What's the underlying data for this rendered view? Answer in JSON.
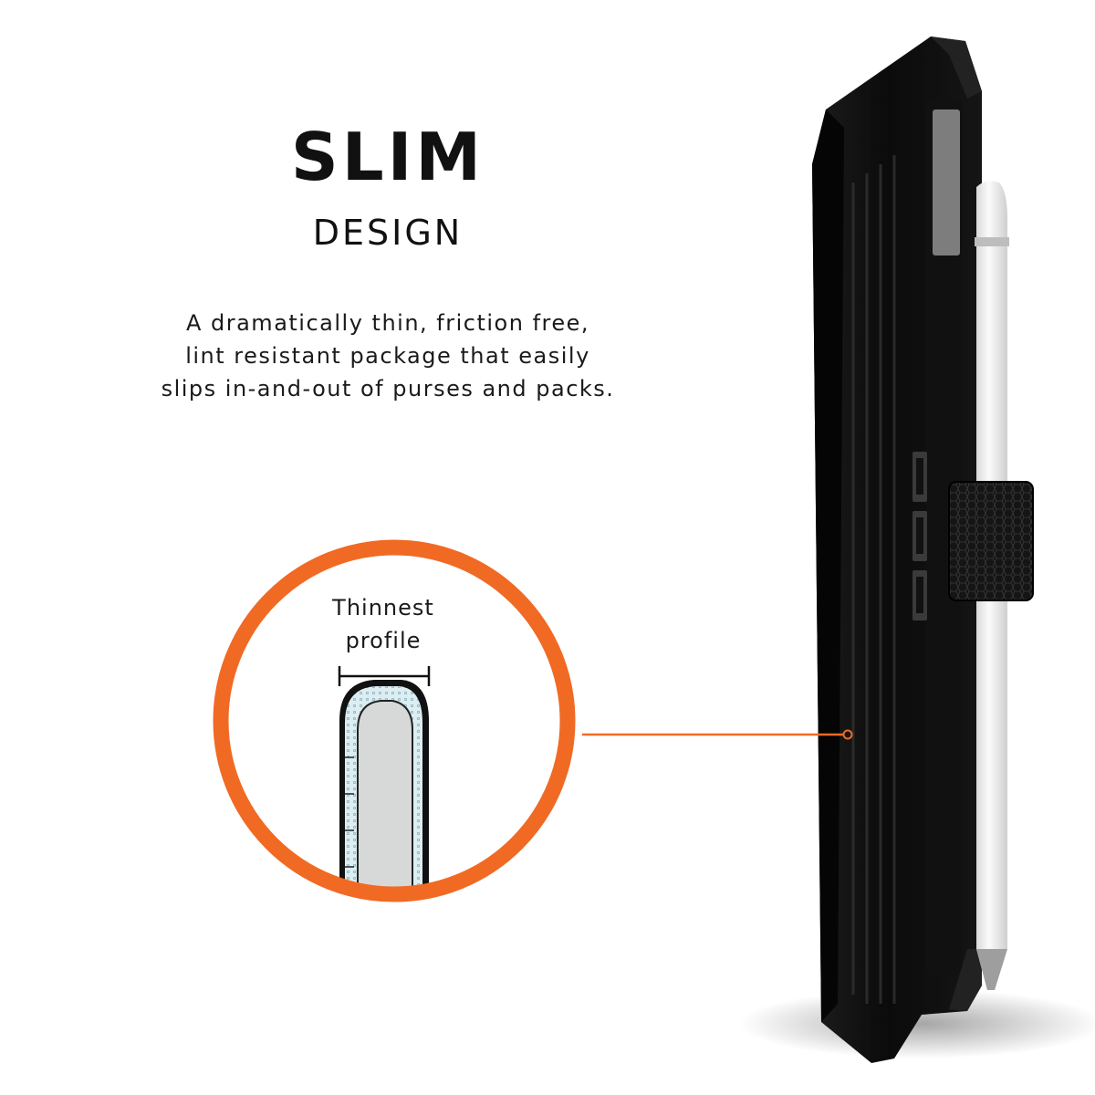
{
  "headline": "SLIM",
  "subheadline": "DESIGN",
  "description": {
    "lines": [
      "A dramatically thin, friction free,",
      "lint resistant package that easily",
      "slips in-and-out of purses and packs."
    ]
  },
  "callout": {
    "label_lines": [
      "Thinnest",
      "profile"
    ]
  },
  "colors": {
    "accent": "#f06a24",
    "case_black": "#0d0d0d",
    "pencil_white": "#efefef",
    "foam_blue": "#dceef2"
  },
  "icons": {
    "brand_mark": "uag-logo-icon",
    "callout_marker": "target-dot-icon"
  }
}
